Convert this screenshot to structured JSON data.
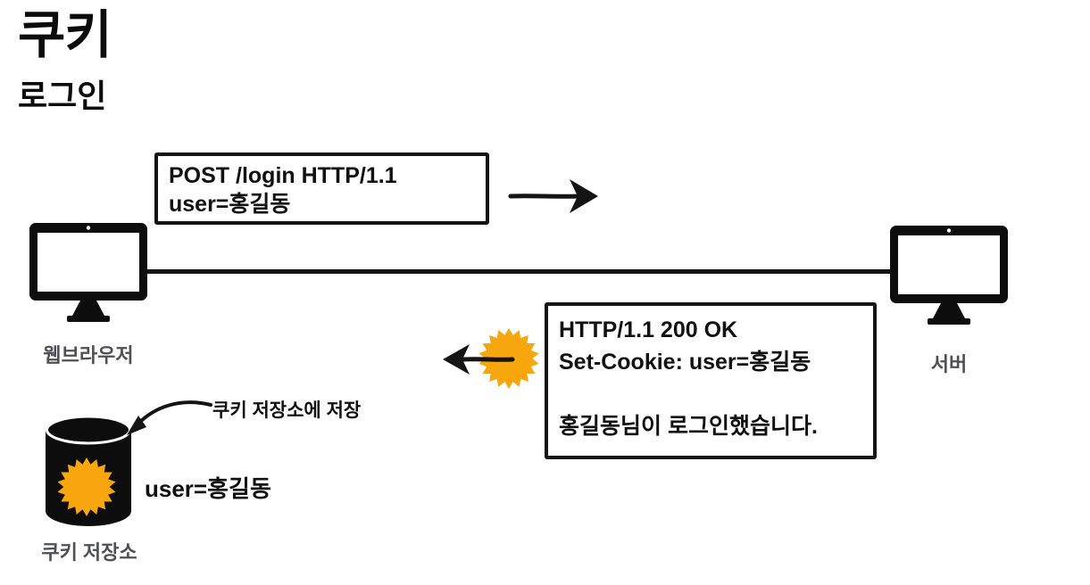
{
  "page": {
    "title": "쿠키",
    "subtitle": "로그인"
  },
  "colors": {
    "ink": "#141414",
    "cookie_orange": "#F7A60D",
    "label_gray": "#4F4F57"
  },
  "request_box": {
    "line1": "POST /login HTTP/1.1",
    "line2": "user=홍길동"
  },
  "response_box": {
    "line1": "HTTP/1.1 200 OK",
    "line2": "Set-Cookie: user=홍길동",
    "line3": "",
    "line4": "홍길동님이 로그인했습니다."
  },
  "nodes": {
    "browser": {
      "label": "웹브라우저",
      "icon": "monitor-icon"
    },
    "server": {
      "label": "서버",
      "icon": "monitor-icon"
    },
    "cookie_store": {
      "label": "쿠키 저장소",
      "icon": "database-cylinder-icon"
    }
  },
  "annotations": {
    "store_note": "쿠키 저장소에 저장",
    "stored_cookie_value": "user=홍길동",
    "cookie_icon": "starburst-cookie-icon"
  }
}
